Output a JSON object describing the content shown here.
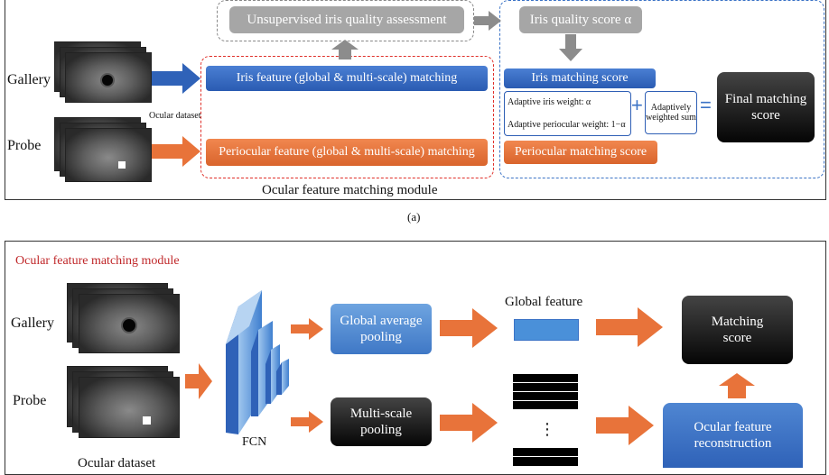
{
  "top": {
    "gallery": "Gallery",
    "probe": "Probe",
    "ocular_dataset": "Ocular dataset",
    "unsupervised": "Unsupervised iris quality assessment",
    "iris_quality": "Iris quality score α",
    "iris_feature": "Iris feature (global & multi-scale) matching",
    "periocular_feature": "Periocular feature (global & multi-scale) matching",
    "iris_matching_score": "Iris matching score",
    "periocular_matching_score": "Periocular matching score",
    "adaptive_iris_weight": "Adaptive iris weight: α",
    "adaptive_periocular_weight": "Adaptive periocular weight: 1−α",
    "plus": "+",
    "weighted_sum": "Adaptively weighted sum",
    "equals": "=",
    "final_score": "Final matching score",
    "module_label": "Ocular feature matching module",
    "caption": "(a)"
  },
  "bottom": {
    "title": "Ocular feature matching module",
    "gallery": "Gallery",
    "probe": "Probe",
    "ocular_dataset": "Ocular dataset",
    "fcn": "FCN",
    "gap": "Global average pooling",
    "msp": "Multi-scale pooling",
    "global_feature": "Global feature",
    "ellipsis": "⋮",
    "matching_score": "Matching score",
    "reconstruction": "Ocular feature reconstruction"
  },
  "colors": {
    "blue": "#2f62b8",
    "orange": "#e8733a",
    "grey": "#a6a6a6",
    "red_dash": "#e0302a",
    "blue_dash": "#3b73c6",
    "title_red": "#c0282a"
  }
}
